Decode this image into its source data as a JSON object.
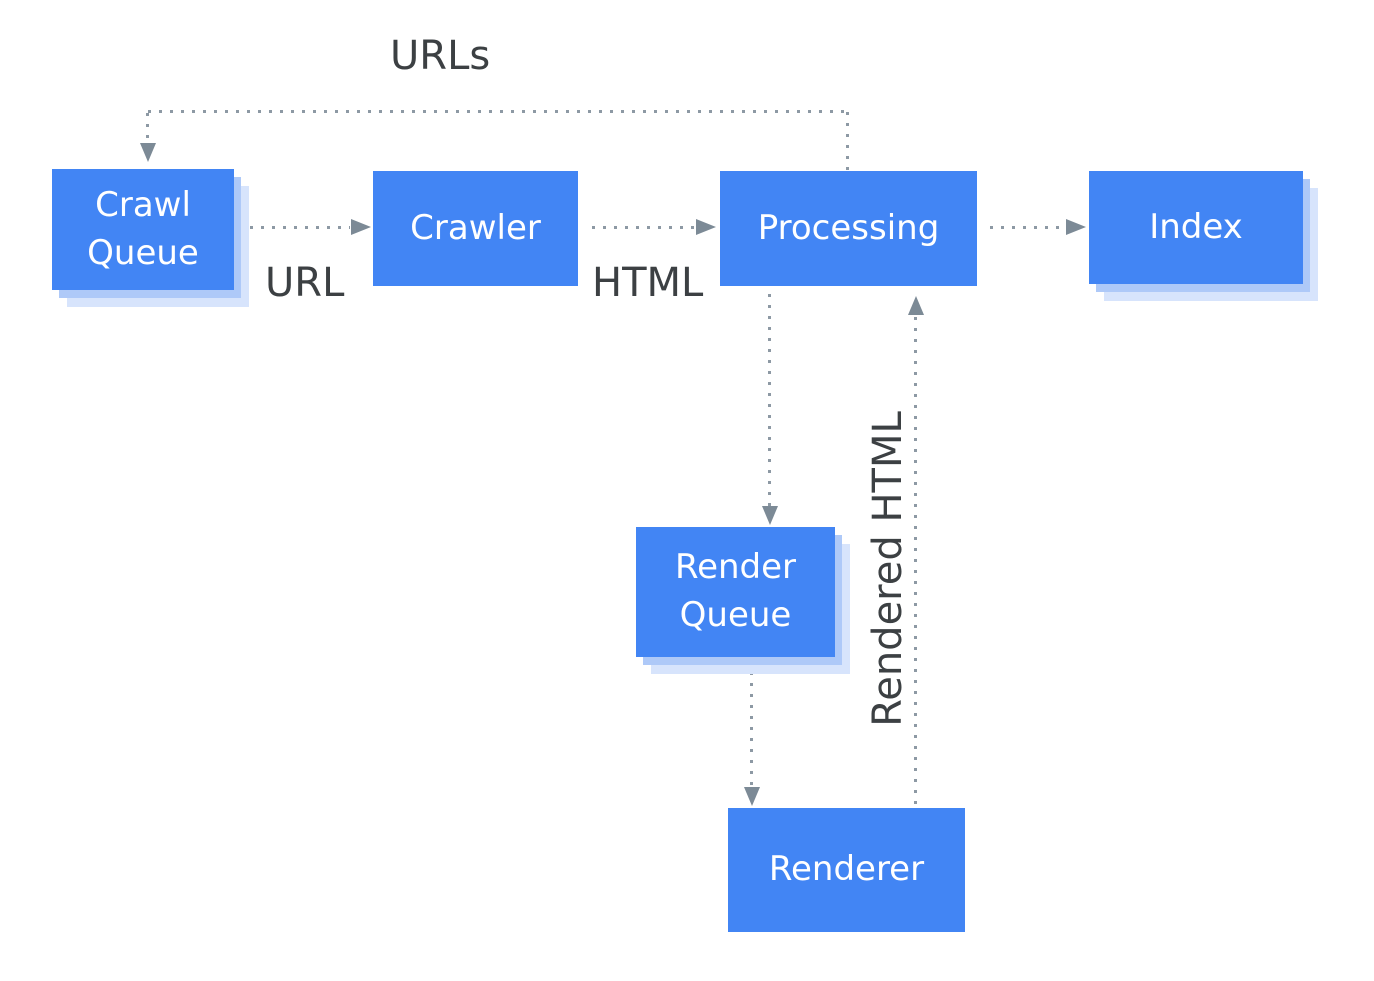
{
  "diagram": {
    "nodes": [
      {
        "id": "crawl-queue",
        "label": "Crawl Queue"
      },
      {
        "id": "crawler",
        "label": "Crawler"
      },
      {
        "id": "processing",
        "label": "Processing"
      },
      {
        "id": "index",
        "label": "Index"
      },
      {
        "id": "render-queue",
        "label": "Render Queue"
      },
      {
        "id": "renderer",
        "label": "Renderer"
      }
    ],
    "edges": [
      {
        "from": "crawl-queue",
        "to": "crawler",
        "label": "URL",
        "style": "dotted-arrow"
      },
      {
        "from": "crawler",
        "to": "processing",
        "label": "HTML",
        "style": "dotted-arrow"
      },
      {
        "from": "processing",
        "to": "index",
        "label": "",
        "style": "dotted-arrow"
      },
      {
        "from": "processing",
        "to": "crawl-queue",
        "label": "URLs",
        "style": "dotted-arrow"
      },
      {
        "from": "processing",
        "to": "render-queue",
        "label": "",
        "style": "dotted-arrow"
      },
      {
        "from": "render-queue",
        "to": "renderer",
        "label": "",
        "style": "dotted-arrow"
      },
      {
        "from": "renderer",
        "to": "processing",
        "label": "Rendered HTML",
        "style": "dotted-arrow"
      }
    ],
    "labels": {
      "urls": "URLs",
      "url": "URL",
      "html": "HTML",
      "rendered_html": "Rendered HTML"
    },
    "colors": {
      "node_fill": "#4285f4",
      "node_text": "#ffffff",
      "shadow_inner": "#aec9f8",
      "shadow_outer": "#d7e4fc",
      "connector_dots": "#8d99a4",
      "arrowhead": "#7c8a96",
      "label_text": "#3c4043",
      "background": "#ffffff"
    }
  }
}
